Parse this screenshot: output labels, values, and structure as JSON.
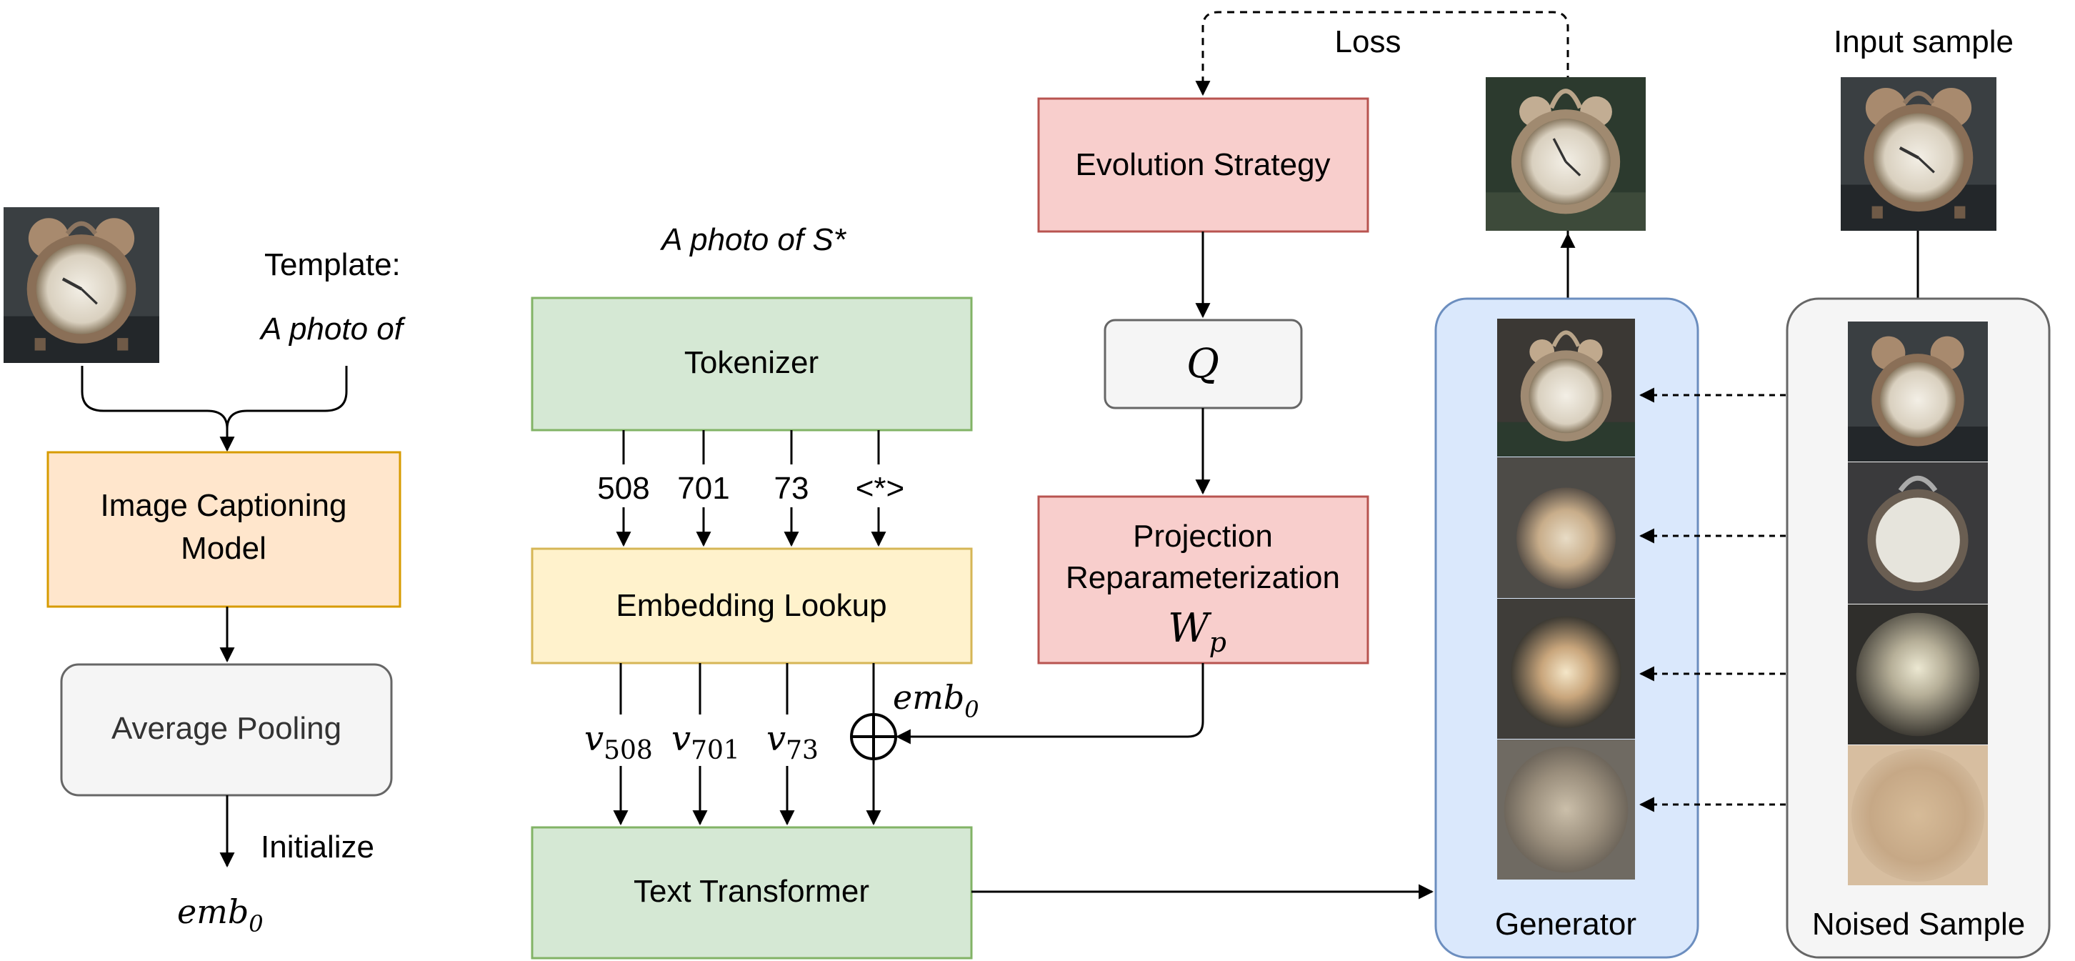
{
  "captioning": {
    "template_label": "Template:",
    "template_text": "A photo of",
    "model_label_line1": "Image Captioning",
    "model_label_line2": "Model",
    "pooling_label": "Average Pooling",
    "initialize_label": "Initialize",
    "emb0_label": "emb",
    "emb0_sub": "0"
  },
  "text_encoder": {
    "prompt_text": "A photo of S*",
    "tokenizer_label": "Tokenizer",
    "tokens": [
      "508",
      "701",
      "73",
      "<*>"
    ],
    "lookup_label": "Embedding Lookup",
    "vectors": [
      {
        "base": "v",
        "sub": "508"
      },
      {
        "base": "v",
        "sub": "701"
      },
      {
        "base": "v",
        "sub": "73"
      }
    ],
    "emb0_label": "emb",
    "emb0_sub": "0",
    "transformer_label": "Text Transformer"
  },
  "optimizer": {
    "loss_label": "Loss",
    "evolution_label": "Evolution Strategy",
    "q_label": "Q",
    "projection_line1": "Projection",
    "projection_line2": "Reparameterization",
    "wp_base": "W",
    "wp_sub": "p"
  },
  "generator": {
    "label": "Generator"
  },
  "input_panel": {
    "input_label": "Input sample",
    "noised_label": "Noised Sample"
  },
  "colors": {
    "green_fill": "#d5e8d4",
    "green_stroke": "#82b366",
    "orange_fill": "#ffe6cc",
    "orange_stroke": "#d79b00",
    "yellow_fill": "#fff2cc",
    "yellow_stroke": "#d6b656",
    "red_fill": "#f8cecc",
    "red_stroke": "#b85450",
    "gray_fill": "#f5f5f5",
    "gray_stroke": "#666666",
    "blue_fill": "#dae8fc",
    "blue_stroke": "#6c8ebf"
  }
}
